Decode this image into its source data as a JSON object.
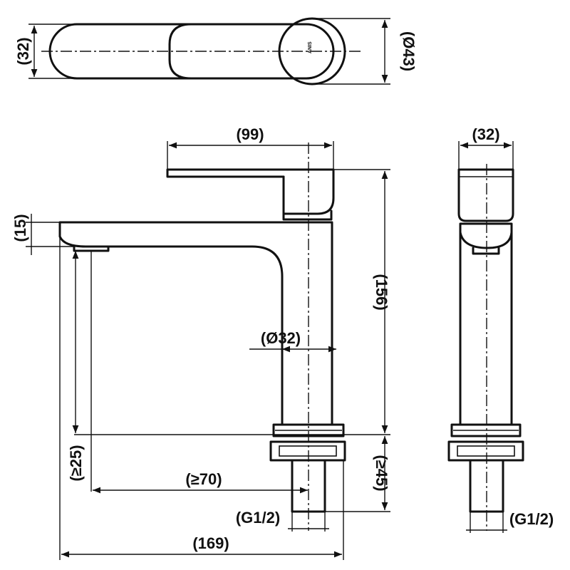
{
  "dimensions": {
    "top_width": "(32)",
    "top_diameter": "(Ø43)",
    "lever_length": "(99)",
    "spout_height": "(15)",
    "overall_height": "(156)",
    "body_diameter": "(Ø32)",
    "min_deck_gap": "(≥25)",
    "min_reach": "(≥70)",
    "min_shank": "(≥45)",
    "thread_front": "(G1/2)",
    "overall_length": "(169)",
    "side_width": "(32)",
    "thread_side": "(G1/2)"
  },
  "brand_mark": "ANIS"
}
